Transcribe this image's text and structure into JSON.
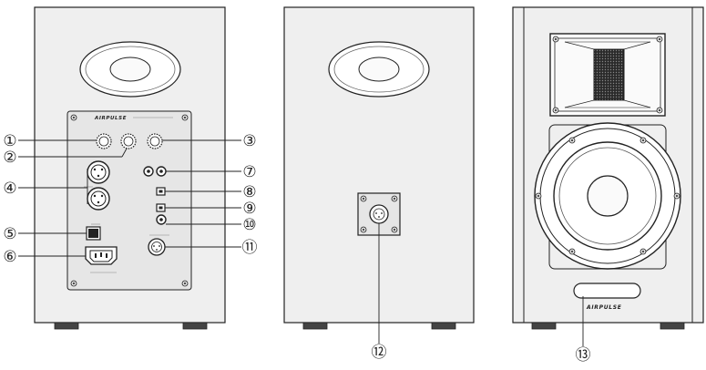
{
  "brand": "AIRPULSE",
  "colors": {
    "cabinet": "#efefef",
    "outline": "#222222",
    "panel": "#e6e6e6",
    "dark": "#1a1a1a",
    "grille": "#2a2a2a"
  },
  "callouts": [
    {
      "id": 1,
      "label": "①"
    },
    {
      "id": 2,
      "label": "②"
    },
    {
      "id": 3,
      "label": "③"
    },
    {
      "id": 4,
      "label": "④"
    },
    {
      "id": 5,
      "label": "⑤"
    },
    {
      "id": 6,
      "label": "⑥"
    },
    {
      "id": 7,
      "label": "⑦"
    },
    {
      "id": 8,
      "label": "⑧"
    },
    {
      "id": 9,
      "label": "⑨"
    },
    {
      "id": 10,
      "label": "⑩"
    },
    {
      "id": 11,
      "label": "⑪"
    },
    {
      "id": 12,
      "label": "⑫"
    },
    {
      "id": 13,
      "label": "⑬"
    }
  ]
}
